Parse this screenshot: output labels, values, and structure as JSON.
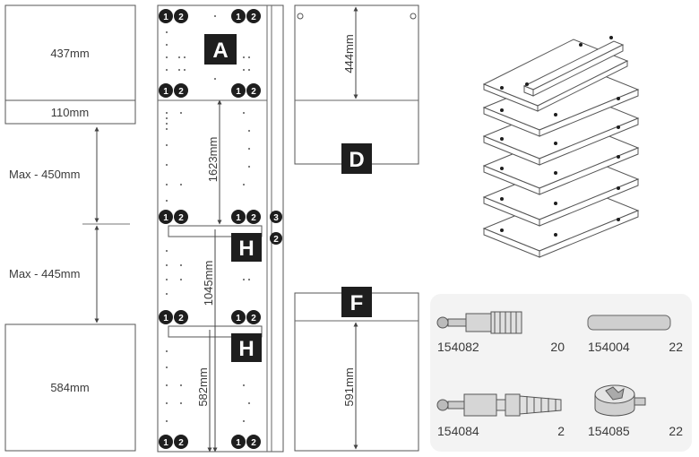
{
  "left_column": {
    "top_box_label": "437mm",
    "top_strip_label": "110mm",
    "gap_upper_label": "Max - 450mm",
    "gap_lower_label": "Max - 445mm",
    "bottom_box_label": "584mm"
  },
  "cabinet": {
    "badge_a": "A",
    "badge_h_upper": "H",
    "badge_h_lower": "H",
    "dim_1623": "1623mm",
    "dim_1045": "1045mm",
    "dim_582": "582mm",
    "marker_1": "1",
    "marker_2": "2",
    "marker_3": "3"
  },
  "panel_d": {
    "dim": "444mm",
    "badge": "D"
  },
  "panel_f": {
    "dim": "591mm",
    "badge": "F"
  },
  "parts": [
    {
      "code": "154082",
      "qty": "20"
    },
    {
      "code": "154004",
      "qty": "22"
    },
    {
      "code": "154084",
      "qty": "2"
    },
    {
      "code": "154085",
      "qty": "22"
    }
  ],
  "colors": {
    "badge": "#1e1e1e",
    "line": "#555555",
    "panel_fill": "#f4f4f4"
  }
}
